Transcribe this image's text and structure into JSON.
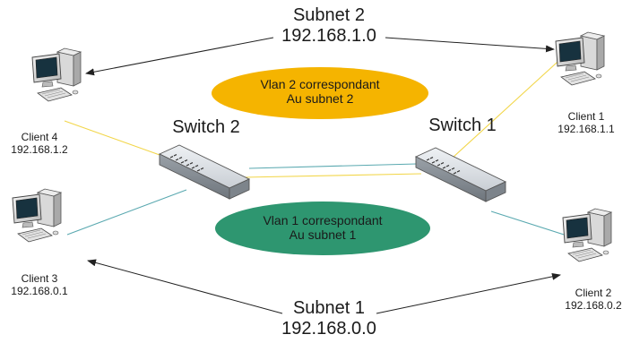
{
  "subnet_top": {
    "name": "Subnet 2",
    "address": "192.168.1.0"
  },
  "subnet_bottom": {
    "name": "Subnet 1",
    "address": "192.168.0.0"
  },
  "vlan_top": {
    "line1": "Vlan 2 correspondant",
    "line2": "Au subnet 2",
    "color": "#f5b400"
  },
  "vlan_bottom": {
    "line1": "Vlan 1 correspondant",
    "line2": "Au subnet 1",
    "color": "#2e9670"
  },
  "switches": {
    "left": "Switch 2",
    "right": "Switch 1"
  },
  "clients": {
    "c4": {
      "name": "Client 4",
      "ip": "192.168.1.2"
    },
    "c1": {
      "name": "Client 1",
      "ip": "192.168.1.1"
    },
    "c3": {
      "name": "Client 3",
      "ip": "192.168.0.1"
    },
    "c2": {
      "name": "Client 2",
      "ip": "192.168.0.2"
    }
  },
  "colors": {
    "vlan2_link": "#f2d64a",
    "vlan1_link": "#5aa9b0"
  }
}
